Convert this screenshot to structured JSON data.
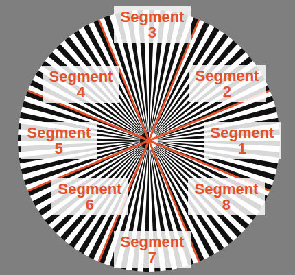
{
  "diagram": {
    "nodes": [
      {
        "text": [
          "Segment 3"
        ]
      },
      {
        "text": [
          "Segment 4"
        ]
      },
      {
        "text": [
          "Segment 2"
        ]
      },
      {
        "text": [
          "Segment 5"
        ]
      },
      {
        "text": [
          "Segment 1"
        ]
      },
      {
        "text": [
          "Segment 6"
        ]
      },
      {
        "text": [
          "Segment 8"
        ]
      },
      {
        "text": [
          "Segment 7"
        ]
      }
    ]
  }
}
